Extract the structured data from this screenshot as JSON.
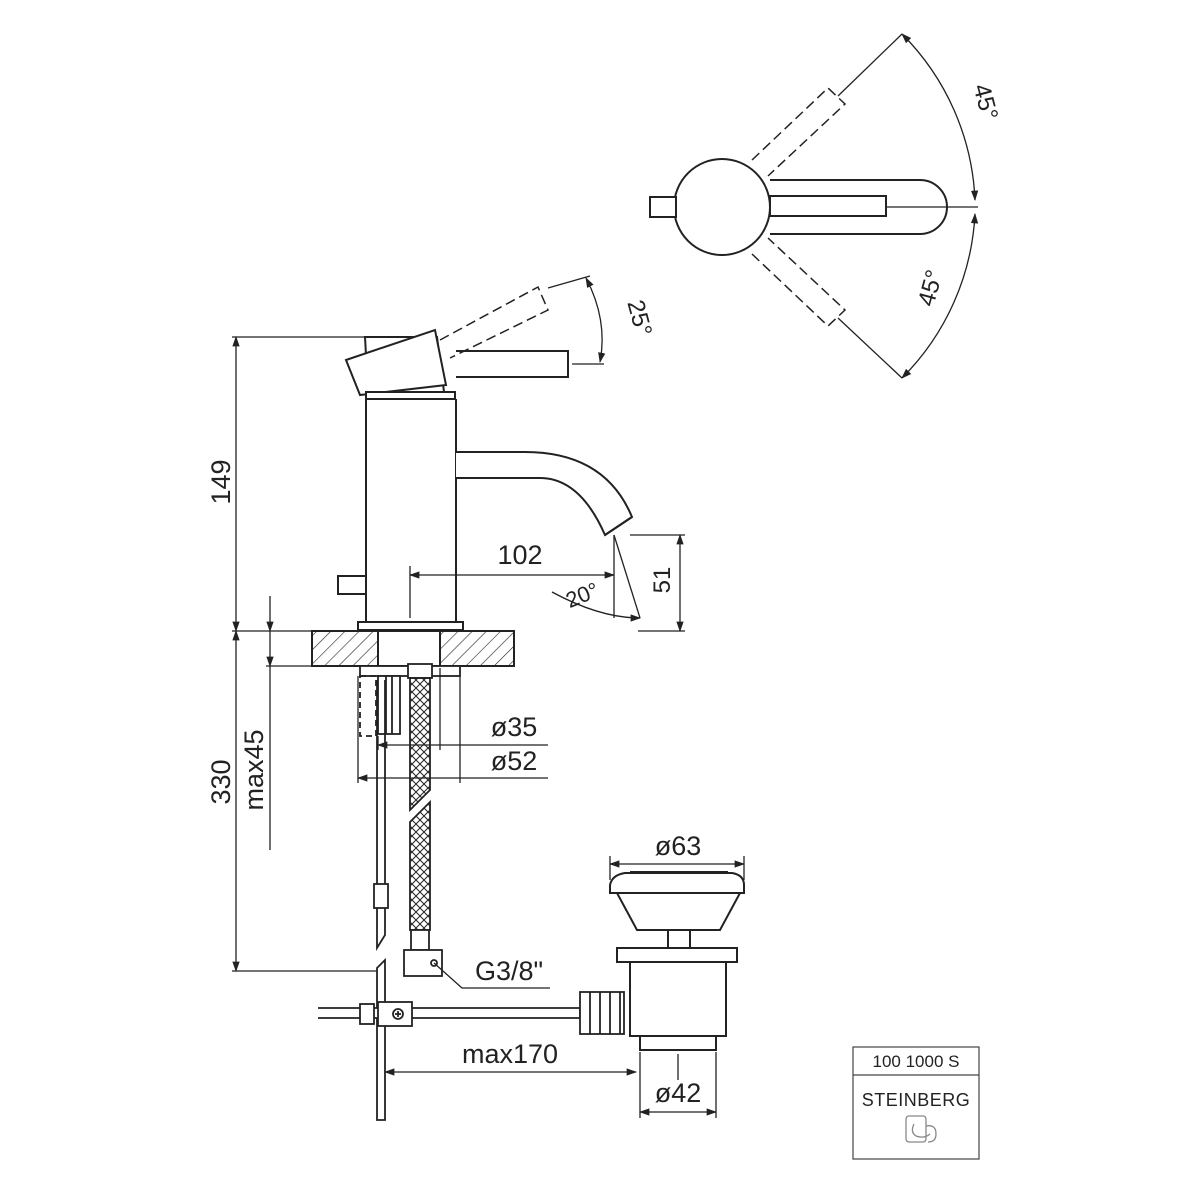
{
  "dimensions": {
    "height_top": "149",
    "reach": "102",
    "spout_height": "51",
    "spout_angle": "20°",
    "lever_tilt": "25°",
    "rot_up": "45°",
    "rot_down": "45°",
    "hole_d": "ø35",
    "base_d": "ø52",
    "below_total": "330",
    "deck_max": "max45",
    "thread": "G3/8\"",
    "waste_top_d": "ø63",
    "waste_d": "ø42",
    "rod_max": "max170"
  },
  "title_block": {
    "code": "100 1000 S",
    "brand": "STEINBERG"
  },
  "icons": [
    "hatch-pattern",
    "braided-hose",
    "steinberg-logo-icon"
  ]
}
